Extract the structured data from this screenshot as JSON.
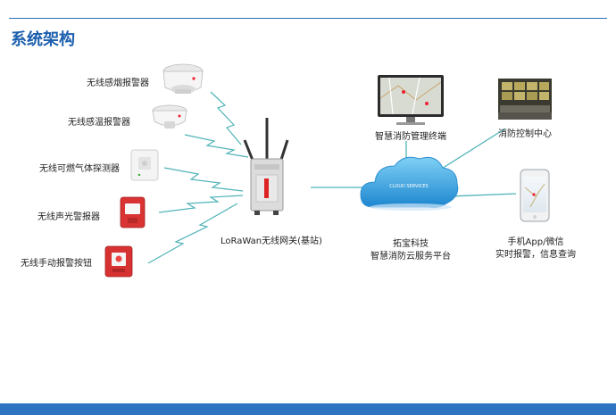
{
  "header": {
    "title": "系统架构"
  },
  "devices": [
    {
      "label": "无线感烟报警器",
      "icon": "smoke-detector-icon"
    },
    {
      "label": "无线感温报警器",
      "icon": "heat-detector-icon"
    },
    {
      "label": "无线可燃气体探测器",
      "icon": "gas-detector-icon"
    },
    {
      "label": "无线声光警报器",
      "icon": "alarm-siren-icon"
    },
    {
      "label": "无线手动报警按钮",
      "icon": "manual-call-point-icon"
    }
  ],
  "gateway": {
    "label": "LoRaWan无线网关(基站)",
    "icon": "gateway-icon"
  },
  "cloud": {
    "badge": "CLOUD SERVICES",
    "line1": "拓宝科技",
    "line2": "智慧消防云服务平台"
  },
  "terminal": {
    "label": "智慧消防管理终端",
    "icon": "monitor-icon"
  },
  "control_center": {
    "label": "消防控制中心",
    "icon": "control-room-icon"
  },
  "mobile": {
    "line1": "手机App/微信",
    "line2": "实时报警，信息查询",
    "icon": "smartphone-icon"
  },
  "colors": {
    "accent": "#2f74c0",
    "title": "#1c5fae",
    "link": "#4fb3b8"
  }
}
